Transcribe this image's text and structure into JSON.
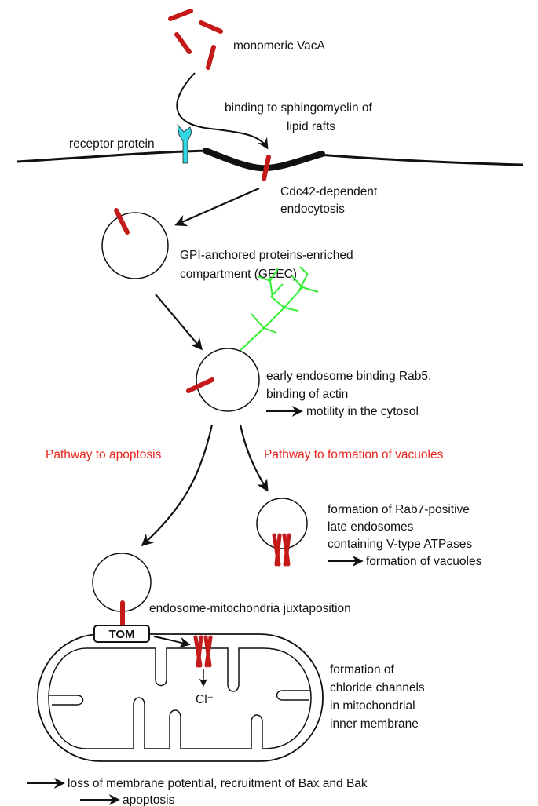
{
  "labels": {
    "monomeric": "monomeric VacA",
    "binding_line1": "binding to sphingomyelin of",
    "binding_line2": "lipid rafts",
    "receptor": "receptor protein",
    "cdc42_line1": "Cdc42-dependent",
    "cdc42_line2": "endocytosis",
    "geec_line1": "GPI-anchored proteins-enriched",
    "geec_line2": "compartment (GEEC)",
    "early_line1": "early endosome binding Rab5,",
    "early_line2": "binding of actin",
    "early_line3": "motility in the cytosol",
    "pathway_apoptosis": "Pathway to apoptosis",
    "pathway_vacuoles": "Pathway to formation of vacuoles",
    "late_line1": "formation of Rab7-positive",
    "late_line2": "late endosomes",
    "late_line3": "containing V-type ATPases",
    "late_line4": "formation of vacuoles",
    "juxta": "endosome-mitochondria juxtaposition",
    "tom": "TOM",
    "chloride_ion": "Cl⁻",
    "chloride_line1": "formation of",
    "chloride_line2": "chloride channels",
    "chloride_line3": "in mitochondrial",
    "chloride_line4": "inner membrane",
    "bottom_line1": "loss of membrane potential, recruitment of Bax and Bak",
    "bottom_line2": "apoptosis"
  },
  "colors": {
    "toxin": "#c41a1a",
    "receptor": "#33d6e0",
    "actin": "#33ee33",
    "pathway_text": "#e8241c",
    "line": "#111111"
  },
  "icons": {
    "toxin": "vaca-monomer-icon",
    "receptor": "receptor-protein-icon",
    "actin": "actin-filament-icon",
    "channel": "chloride-channel-icon"
  }
}
